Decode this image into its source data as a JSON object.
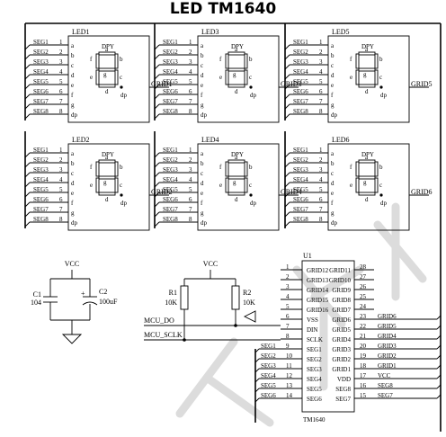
{
  "title": "LED  TM1640",
  "led_modules": [
    {
      "name": "LED1",
      "grid": "GRID1"
    },
    {
      "name": "LED3",
      "grid": "GRID3"
    },
    {
      "name": "LED5",
      "grid": "GRID5"
    },
    {
      "name": "LED2",
      "grid": "GRID2"
    },
    {
      "name": "LED4",
      "grid": "GRID4"
    },
    {
      "name": "LED6",
      "grid": "GRID6"
    }
  ],
  "seg_lines": [
    {
      "net": "SEG1",
      "pin": "1",
      "seg": "a"
    },
    {
      "net": "SEG2",
      "pin": "2",
      "seg": "b"
    },
    {
      "net": "SEG3",
      "pin": "3",
      "seg": "c"
    },
    {
      "net": "SEG4",
      "pin": "4",
      "seg": "d"
    },
    {
      "net": "SEG5",
      "pin": "5",
      "seg": "e"
    },
    {
      "net": "SEG6",
      "pin": "6",
      "seg": "f"
    },
    {
      "net": "SEG7",
      "pin": "7",
      "seg": "g"
    },
    {
      "net": "SEG8",
      "pin": "8",
      "seg": "dp"
    }
  ],
  "digit_labels": {
    "dpy": "DPY",
    "a": "a",
    "b": "b",
    "c": "c",
    "d": "d",
    "e": "e",
    "f": "f",
    "g": "g",
    "dp": "dp"
  },
  "capacitors": {
    "vcc": "VCC",
    "c1": {
      "ref": "C1",
      "value": "104"
    },
    "c2": {
      "ref": "C2",
      "value": "100uF",
      "polarity": "+"
    }
  },
  "pullups": {
    "vcc": "VCC",
    "r1": {
      "ref": "R1",
      "value": "10K"
    },
    "r2": {
      "ref": "R2",
      "value": "10K"
    },
    "nets": [
      "MCU_DO",
      "MCU_SCLK"
    ]
  },
  "ic": {
    "ref": "U1",
    "part": "TM1640",
    "left_pins": [
      {
        "num": "1",
        "name": "GRID12"
      },
      {
        "num": "2",
        "name": "GRID13"
      },
      {
        "num": "3",
        "name": "GRID14"
      },
      {
        "num": "4",
        "name": "GRID15"
      },
      {
        "num": "5",
        "name": "GRID16"
      },
      {
        "num": "6",
        "name": "VSS"
      },
      {
        "num": "7",
        "name": "DIN"
      },
      {
        "num": "8",
        "name": "SCLK"
      },
      {
        "num": "9",
        "name": "SEG1"
      },
      {
        "num": "10",
        "name": "SEG2"
      },
      {
        "num": "11",
        "name": "SEG3"
      },
      {
        "num": "12",
        "name": "SEG4"
      },
      {
        "num": "13",
        "name": "SEG5"
      },
      {
        "num": "14",
        "name": "SEG6"
      }
    ],
    "right_pins": [
      {
        "num": "28",
        "name": "GRID11",
        "net": ""
      },
      {
        "num": "27",
        "name": "GRID10",
        "net": ""
      },
      {
        "num": "26",
        "name": "GRID9",
        "net": ""
      },
      {
        "num": "25",
        "name": "GRID8",
        "net": ""
      },
      {
        "num": "24",
        "name": "GRID7",
        "net": ""
      },
      {
        "num": "23",
        "name": "GRID6",
        "net": "GRID6"
      },
      {
        "num": "22",
        "name": "GRID5",
        "net": "GRID5"
      },
      {
        "num": "21",
        "name": "GRID4",
        "net": "GRID4"
      },
      {
        "num": "20",
        "name": "GRID3",
        "net": "GRID3"
      },
      {
        "num": "19",
        "name": "GRID2",
        "net": "GRID2"
      },
      {
        "num": "18",
        "name": "GRID1",
        "net": "GRID1"
      },
      {
        "num": "17",
        "name": "VDD",
        "net": "VCC"
      },
      {
        "num": "16",
        "name": "SEG8",
        "net": "SEG8"
      },
      {
        "num": "15",
        "name": "SEG7",
        "net": "SEG7"
      }
    ]
  },
  "watermark": "和"
}
